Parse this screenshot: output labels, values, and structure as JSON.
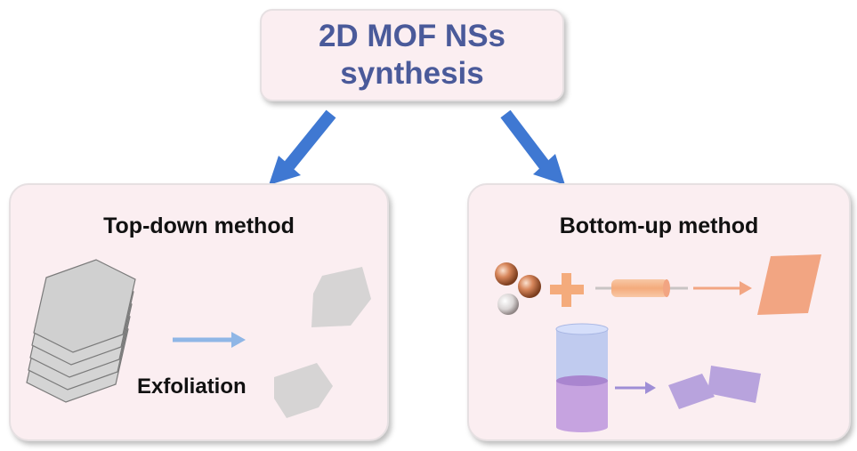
{
  "title": {
    "line1": "2D MOF NSs",
    "line2": "synthesis"
  },
  "top_down": {
    "heading": "Top-down method",
    "process_label": "Exfoliation"
  },
  "bottom_up": {
    "heading": "Bottom-up method"
  },
  "colors": {
    "box_fill": "#fbeef1",
    "title_text": "#4a5a9a",
    "main_arrow": "#3f78d2",
    "light_arrow": "#8fb6e6",
    "hexagon_gray": "#cfcfcf",
    "orange": "#f2a582",
    "purple": "#b8a3dd"
  }
}
